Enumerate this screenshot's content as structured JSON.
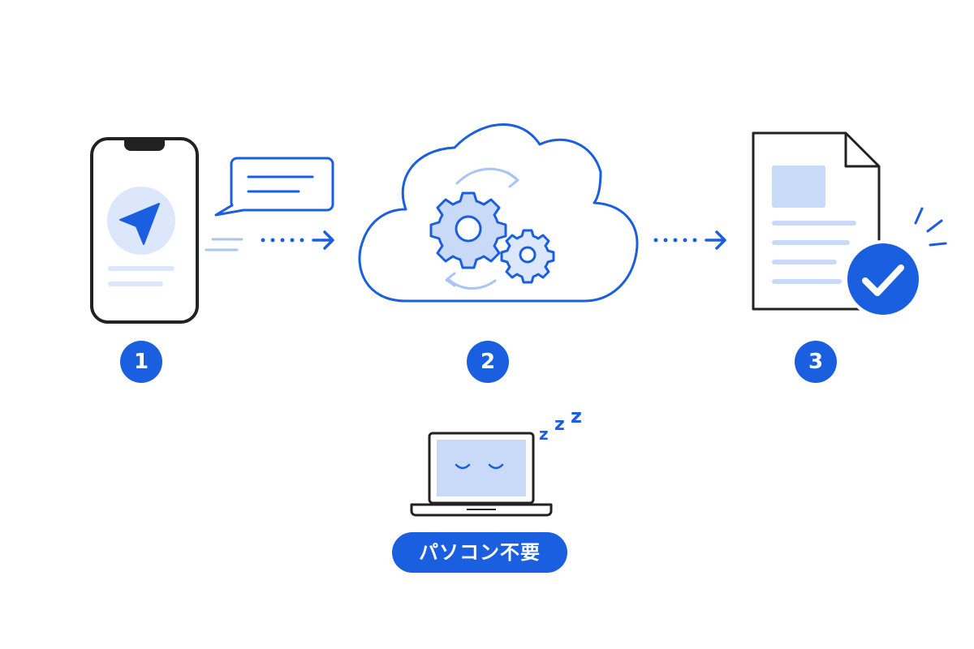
{
  "colors": {
    "accent": "#1A5FE0",
    "accent_light": "#DCE7FB",
    "accent_mid": "#A9C4F5",
    "outline": "#222222"
  },
  "steps": [
    {
      "number": "1",
      "icon": "smartphone-send-icon"
    },
    {
      "number": "2",
      "icon": "cloud-processing-icon"
    },
    {
      "number": "3",
      "icon": "document-complete-icon"
    }
  ],
  "sleeping_laptop": {
    "icon": "sleeping-laptop-icon",
    "zzz": [
      "z",
      "z",
      "z"
    ]
  },
  "badge": {
    "label": "パソコン不要"
  }
}
